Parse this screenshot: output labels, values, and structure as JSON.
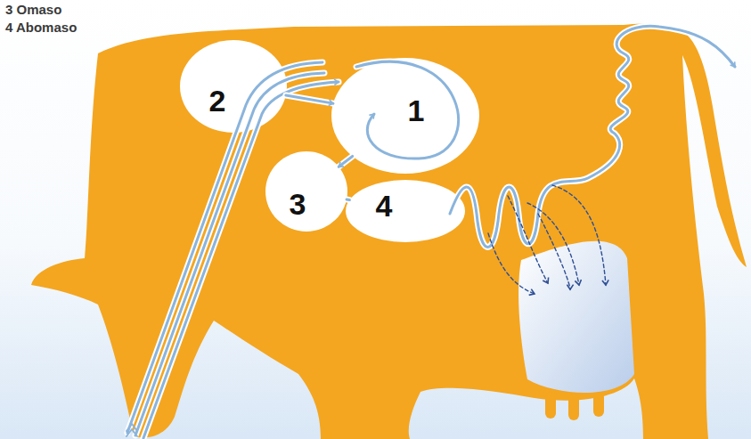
{
  "diagram": {
    "nodes": [
      {
        "text": [
          "2"
        ]
      },
      {
        "text": [
          "1"
        ]
      },
      {
        "text": [
          "3"
        ]
      },
      {
        "text": [
          "4"
        ]
      }
    ],
    "edges": [
      {
        "from": 0,
        "to": 1,
        "arrow": "to"
      },
      {
        "from": 1,
        "to": 2,
        "arrow": "to"
      },
      {
        "from": 2,
        "to": 3,
        "arrow": "none"
      }
    ],
    "labels": [
      "3 Omaso",
      "4 Abomaso"
    ]
  }
}
